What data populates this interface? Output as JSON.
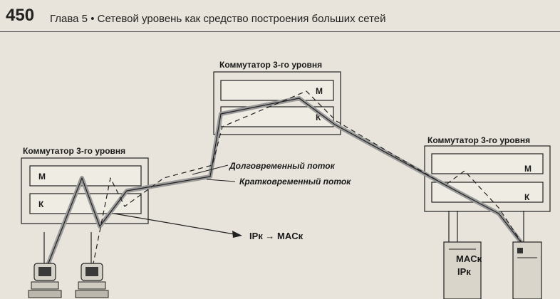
{
  "header": {
    "page_number": "450",
    "chapter": "Глава 5  •  Сетевой уровень как средство построения больших сетей"
  },
  "figure": {
    "switch_top_label": "Коммутатор 3-го уровня",
    "switch_left_label": "Коммутатор 3-го уровня",
    "switch_right_label": "Коммутатор 3-го уровня",
    "m_label": "М",
    "k_label": "К",
    "long_flow_label": "Долговременный поток",
    "short_flow_label": "Кратковременный поток",
    "ip_mac_label": "IPк → MACк",
    "server_mac": "MACк",
    "server_ip": "IPк"
  }
}
